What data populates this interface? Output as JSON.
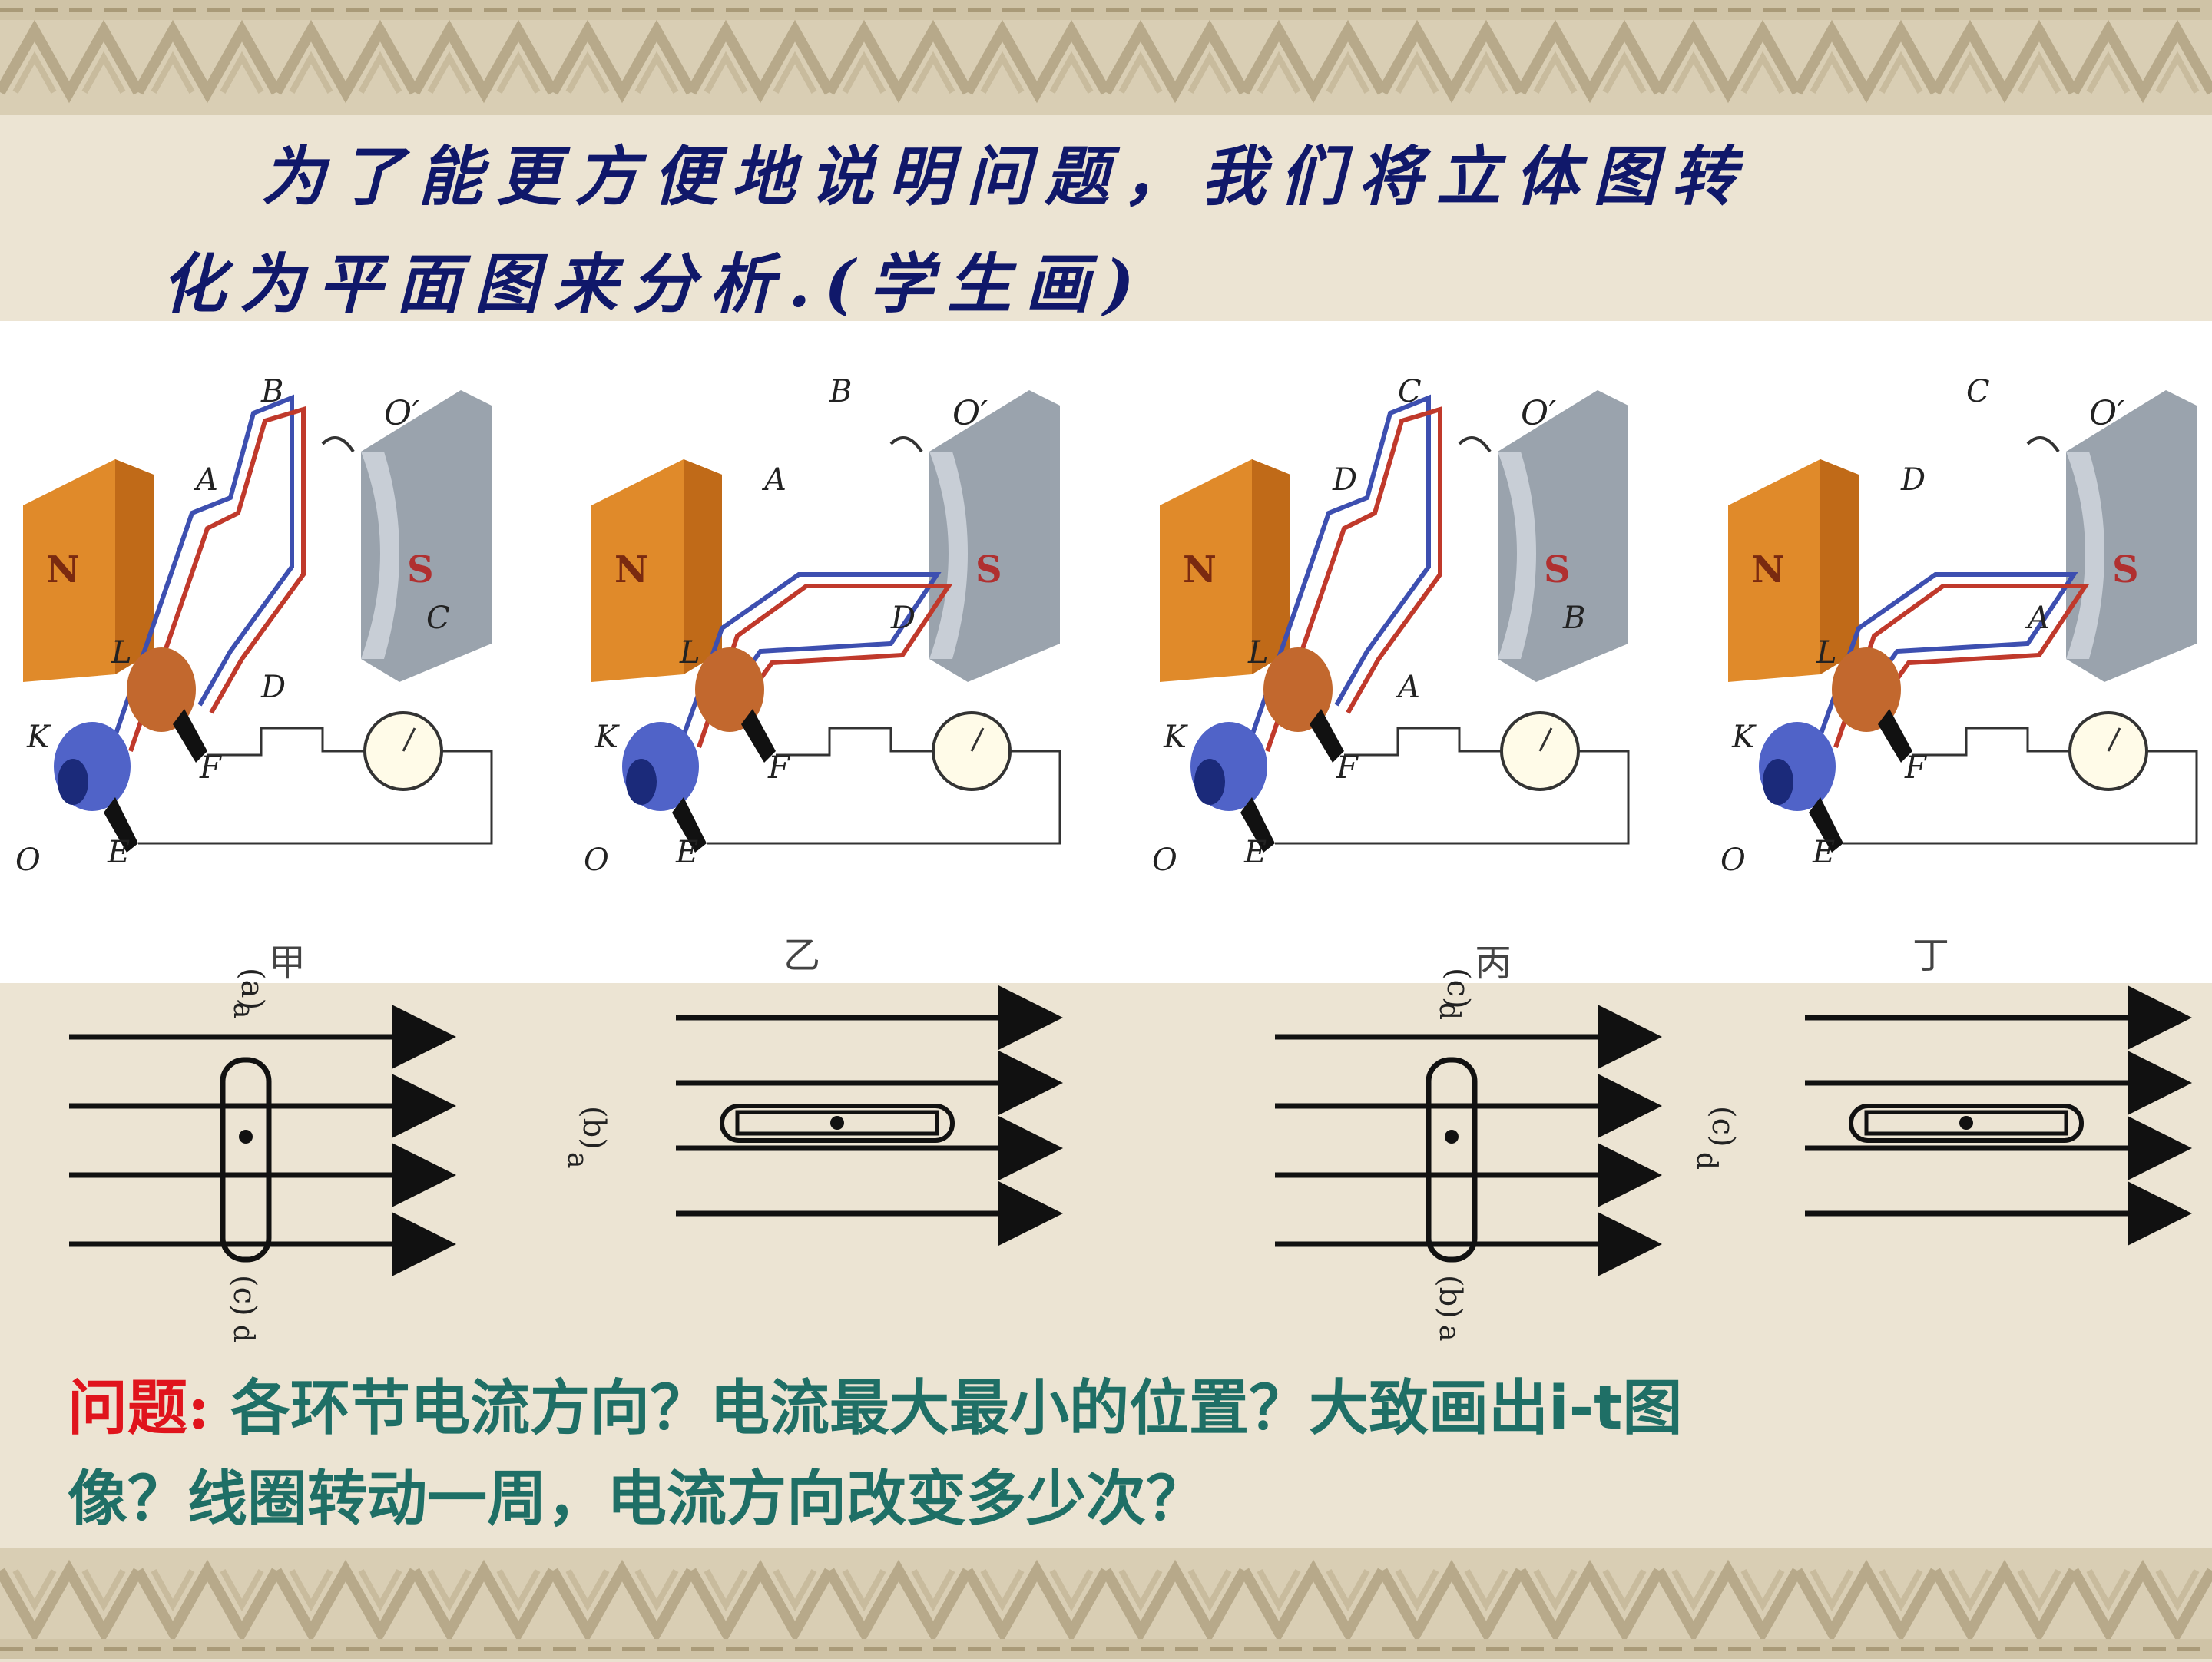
{
  "title": {
    "line1": "为了能更方便地说明问题，我们将立体图转",
    "line2": "化为平面图来分析.(学生画)"
  },
  "panels": [
    {
      "labels": {
        "top": "B",
        "mid": "A",
        "side": "C",
        "brush1": "L",
        "brush2": "D",
        "k": "K",
        "f": "F",
        "o": "O",
        "e": "E",
        "o_prime": "O′",
        "n": "N",
        "s": "S"
      }
    },
    {
      "labels": {
        "top": "B",
        "mid": "A",
        "side": "D",
        "brush1": "L",
        "k": "K",
        "f": "F",
        "o": "O",
        "e": "E",
        "o_prime": "O′",
        "n": "N",
        "s": "S"
      }
    },
    {
      "labels": {
        "top": "C",
        "mid": "D",
        "side": "B",
        "brush1": "L",
        "brush2": "A",
        "k": "K",
        "f": "F",
        "o": "O",
        "e": "E",
        "o_prime": "O′",
        "n": "N",
        "s": "S"
      }
    },
    {
      "labels": {
        "top": "C",
        "mid": "D",
        "side": "A",
        "brush1": "L",
        "k": "K",
        "f": "F",
        "o": "O",
        "e": "E",
        "o_prime": "O′",
        "n": "N",
        "s": "S"
      }
    }
  ],
  "diagrams": [
    {
      "caption": "甲",
      "top_label": "(a)",
      "top_letter": "a",
      "bottom_label": "(c)",
      "bottom_letter": "d"
    },
    {
      "caption": "乙",
      "side_label": "(b)",
      "side_letter": "a"
    },
    {
      "caption": "丙",
      "top_label": "(c)",
      "top_letter": "d",
      "bottom_label": "(b)",
      "bottom_letter": "a"
    },
    {
      "caption": "丁",
      "side_label": "(c)",
      "side_letter": "d"
    }
  ],
  "question": {
    "label": "问题:",
    "text1": "各环节电流方向？电流最大最小的位置？大致画出",
    "bold_term": "i-t",
    "text2": "图",
    "text3": "像？线圈转动一周，电流方向改变多少次？"
  },
  "colors": {
    "title": "#10186a",
    "question": "#1f6f66",
    "question_label": "#e0141c",
    "magnet_n": "#e08a2a",
    "magnet_s": "#9aa3ad",
    "coil_red": "#c0392b",
    "coil_blue": "#3d4fb0",
    "ring_copper": "#c2682e",
    "ring_blue": "#5063c8"
  }
}
